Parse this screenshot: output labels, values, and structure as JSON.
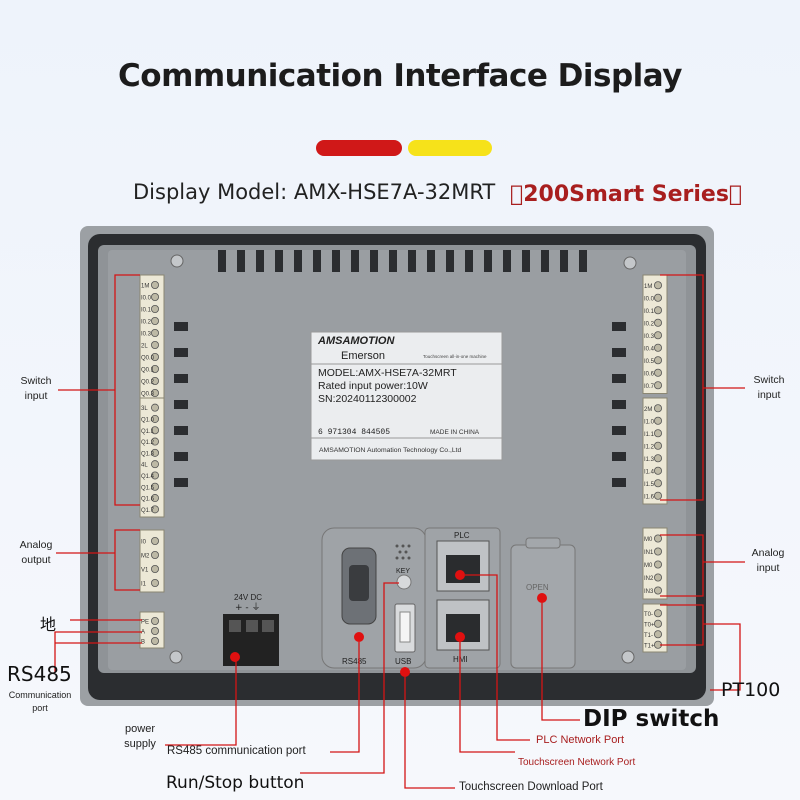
{
  "header": {
    "title": "Communication Interface Display",
    "model": "Display Model: AMX-HSE7A-32MRT",
    "series": "\u0000200Smart Series\u0000",
    "accent_red": "#d01818",
    "accent_yellow": "#f6e21a"
  },
  "nameplate": {
    "brand": "AMSAMOTION",
    "sub_brand": "Emerson",
    "tagline": "Touchscreen all-in-one machine",
    "model_line": "MODEL:AMX-HSE7A-32MRT",
    "power_line": "Rated input power:10W",
    "sn_line": "SN:20240112300002",
    "barcode": "6 971304 844505",
    "origin": "MADE IN CHINA",
    "company": "AMSAMOTION Automation Technology Co.,Ltd"
  },
  "device": {
    "left_terminals_top": [
      "1M",
      "I0.0",
      "I0.1",
      "I0.2",
      "I0.3",
      "2L",
      "Q0.0",
      "Q0.1",
      "Q0.2",
      "Q0.3"
    ],
    "left_terminals_mid": [
      "3L",
      "Q1.0",
      "Q1.1",
      "Q1.2",
      "Q1.3",
      "4L",
      "Q1.4",
      "Q1.5",
      "Q1.6",
      "Q1.7"
    ],
    "left_terminals_bot": [
      "I0",
      "M2",
      "V1",
      "I1"
    ],
    "left_terminals_pe": [
      "PE",
      "A",
      "B"
    ],
    "right_terminals_top": [
      "1M",
      "I0.0",
      "I0.1",
      "I0.2",
      "I0.3",
      "I0.4",
      "I0.5",
      "I0.6",
      "I0.7"
    ],
    "right_terminals_mid": [
      "2M",
      "I1.0",
      "I1.1",
      "I1.2",
      "I1.3",
      "I1.4",
      "I1.5",
      "I1.6"
    ],
    "right_terminals_bot": [
      "M0",
      "IN1",
      "M0",
      "IN2",
      "IN3"
    ],
    "right_terminals_pt": [
      "T0-",
      "T0+",
      "T1-",
      "T1+"
    ],
    "power_label": "24V DC",
    "power_symbols": "+ - ⏚",
    "rs485_label": "RS485",
    "key_label": "KEY",
    "usb_label": "USB",
    "plc_label": "PLC",
    "hmi_label": "HMI",
    "open_label": "OPEN"
  },
  "callouts": {
    "switch_input_left": "Switch\ninput",
    "analog_output": "Analog\noutput",
    "ground": "地",
    "rs485_big": "RS485",
    "rs485_sub": "Communication\nport",
    "switch_input_right": "Switch\ninput",
    "analog_input": "Analog\ninput",
    "pt100": "PT100",
    "dip_switch": "DIP switch",
    "power_supply": "power\nsupply",
    "rs485_comm_port": "RS485 communication port",
    "run_stop": "Run/Stop button",
    "plc_network": "PLC Network Port",
    "touchscreen_network": "Touchscreen Network Port",
    "touchscreen_download": "Touchscreen Download Port"
  }
}
